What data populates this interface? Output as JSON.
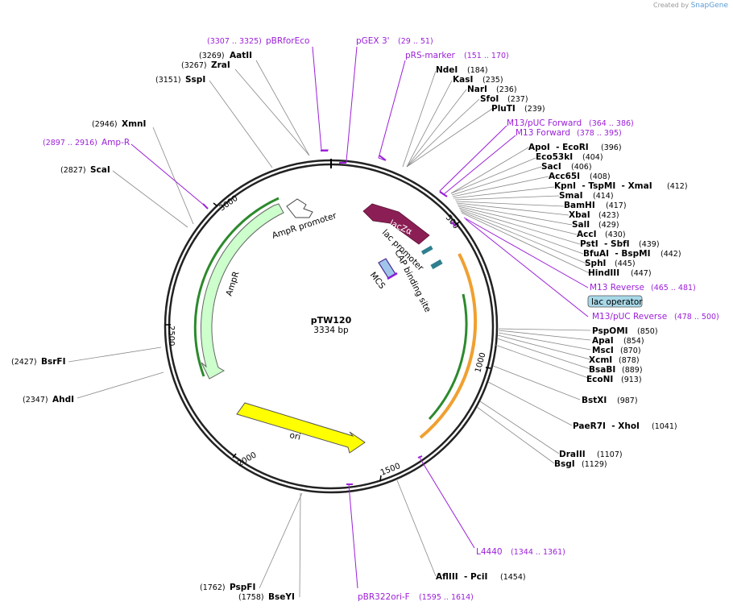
{
  "watermark": {
    "prefix": "Created by",
    "brand": "SnapGene"
  },
  "plasmid": {
    "name": "pTW120",
    "size": "3334 bp"
  },
  "ticks": [
    "500",
    "1000",
    "1500",
    "2000",
    "2500",
    "3000"
  ],
  "features": {
    "lacZa": "lacZα",
    "lac_promoter": "lac promoter",
    "cap": "CAP binding site",
    "mcs": "MCS",
    "ampr_promoter": "AmpR promoter",
    "ampr": "AmpR",
    "ori": "ori"
  },
  "sites_left": [
    {
      "name": "AatII",
      "pos": "(3269)"
    },
    {
      "name": "ZraI",
      "pos": "(3267)"
    },
    {
      "name": "SspI",
      "pos": "(3151)"
    },
    {
      "name": "XmnI",
      "pos": "(2946)"
    },
    {
      "name": "ScaI",
      "pos": "(2827)"
    },
    {
      "name": "BsrFI",
      "pos": "(2427)"
    },
    {
      "name": "AhdI",
      "pos": "(2347)"
    },
    {
      "name": "PspFI",
      "pos": "(1762)"
    },
    {
      "name": "BseYI",
      "pos": "(1758)"
    }
  ],
  "sites_right": [
    {
      "name": "NdeI",
      "pos": "(184)"
    },
    {
      "name": "KasI",
      "pos": "(235)"
    },
    {
      "name": "NarI",
      "pos": "(236)"
    },
    {
      "name": "SfoI",
      "pos": "(237)"
    },
    {
      "name": "PluTI",
      "pos": "(239)"
    },
    {
      "name": "ApoI  - EcoRI",
      "pos": "(396)"
    },
    {
      "name": "Eco53kI",
      "pos": "(404)"
    },
    {
      "name": "SacI",
      "pos": "(406)"
    },
    {
      "name": "Acc65I",
      "pos": "(408)"
    },
    {
      "name": "KpnI  - TspMI  - XmaI",
      "pos": "(412)"
    },
    {
      "name": "SmaI",
      "pos": "(414)"
    },
    {
      "name": "BamHI",
      "pos": "(417)"
    },
    {
      "name": "XbaI",
      "pos": "(423)"
    },
    {
      "name": "SalI",
      "pos": "(429)"
    },
    {
      "name": "AccI",
      "pos": "(430)"
    },
    {
      "name": "PstI  - SbfI",
      "pos": "(439)"
    },
    {
      "name": "BfuAI  - BspMI",
      "pos": "(442)"
    },
    {
      "name": "SphI",
      "pos": "(445)"
    },
    {
      "name": "HindIII",
      "pos": "(447)"
    },
    {
      "name": "PspOMI",
      "pos": "(850)"
    },
    {
      "name": "ApaI",
      "pos": "(854)"
    },
    {
      "name": "MscI",
      "pos": "(870)"
    },
    {
      "name": "XcmI",
      "pos": "(878)"
    },
    {
      "name": "BsaBI",
      "pos": "(889)"
    },
    {
      "name": "EcoNI",
      "pos": "(913)"
    },
    {
      "name": "BstXI",
      "pos": "(987)"
    },
    {
      "name": "PaeR7I  - XhoI",
      "pos": "(1041)"
    },
    {
      "name": "DraIII",
      "pos": "(1107)"
    },
    {
      "name": "BsgI",
      "pos": "(1129)"
    },
    {
      "name": "AflIII  - PciI",
      "pos": "(1454)"
    }
  ],
  "primers": [
    {
      "name": "pBRforEco",
      "pos": "(3307 .. 3325)"
    },
    {
      "name": "pGEX 3'",
      "pos": "(29 .. 51)"
    },
    {
      "name": "pRS-marker",
      "pos": "(151 .. 170)"
    },
    {
      "name": "M13/pUC Forward",
      "pos": "(364 .. 386)"
    },
    {
      "name": "M13 Forward",
      "pos": "(378 .. 395)"
    },
    {
      "name": "Amp-R",
      "pos": "(2897 .. 2916)"
    },
    {
      "name": "M13 Reverse",
      "pos": "(465 .. 481)"
    },
    {
      "name": "M13/pUC Reverse",
      "pos": "(478 .. 500)"
    },
    {
      "name": "L4440",
      "pos": "(1344 .. 1361)"
    },
    {
      "name": "pBR322ori-F",
      "pos": "(1595 .. 1614)"
    }
  ],
  "lac_operator": "lac operator",
  "colors": {
    "primer": "#9b1fd8",
    "lacZa": "#8b1f55",
    "ampr": "#ccffcc",
    "ori": "#ffff00",
    "mcs": "#9fc6ea",
    "orange_arc": "#f0a030",
    "green_arc": "#2c8a2c"
  }
}
